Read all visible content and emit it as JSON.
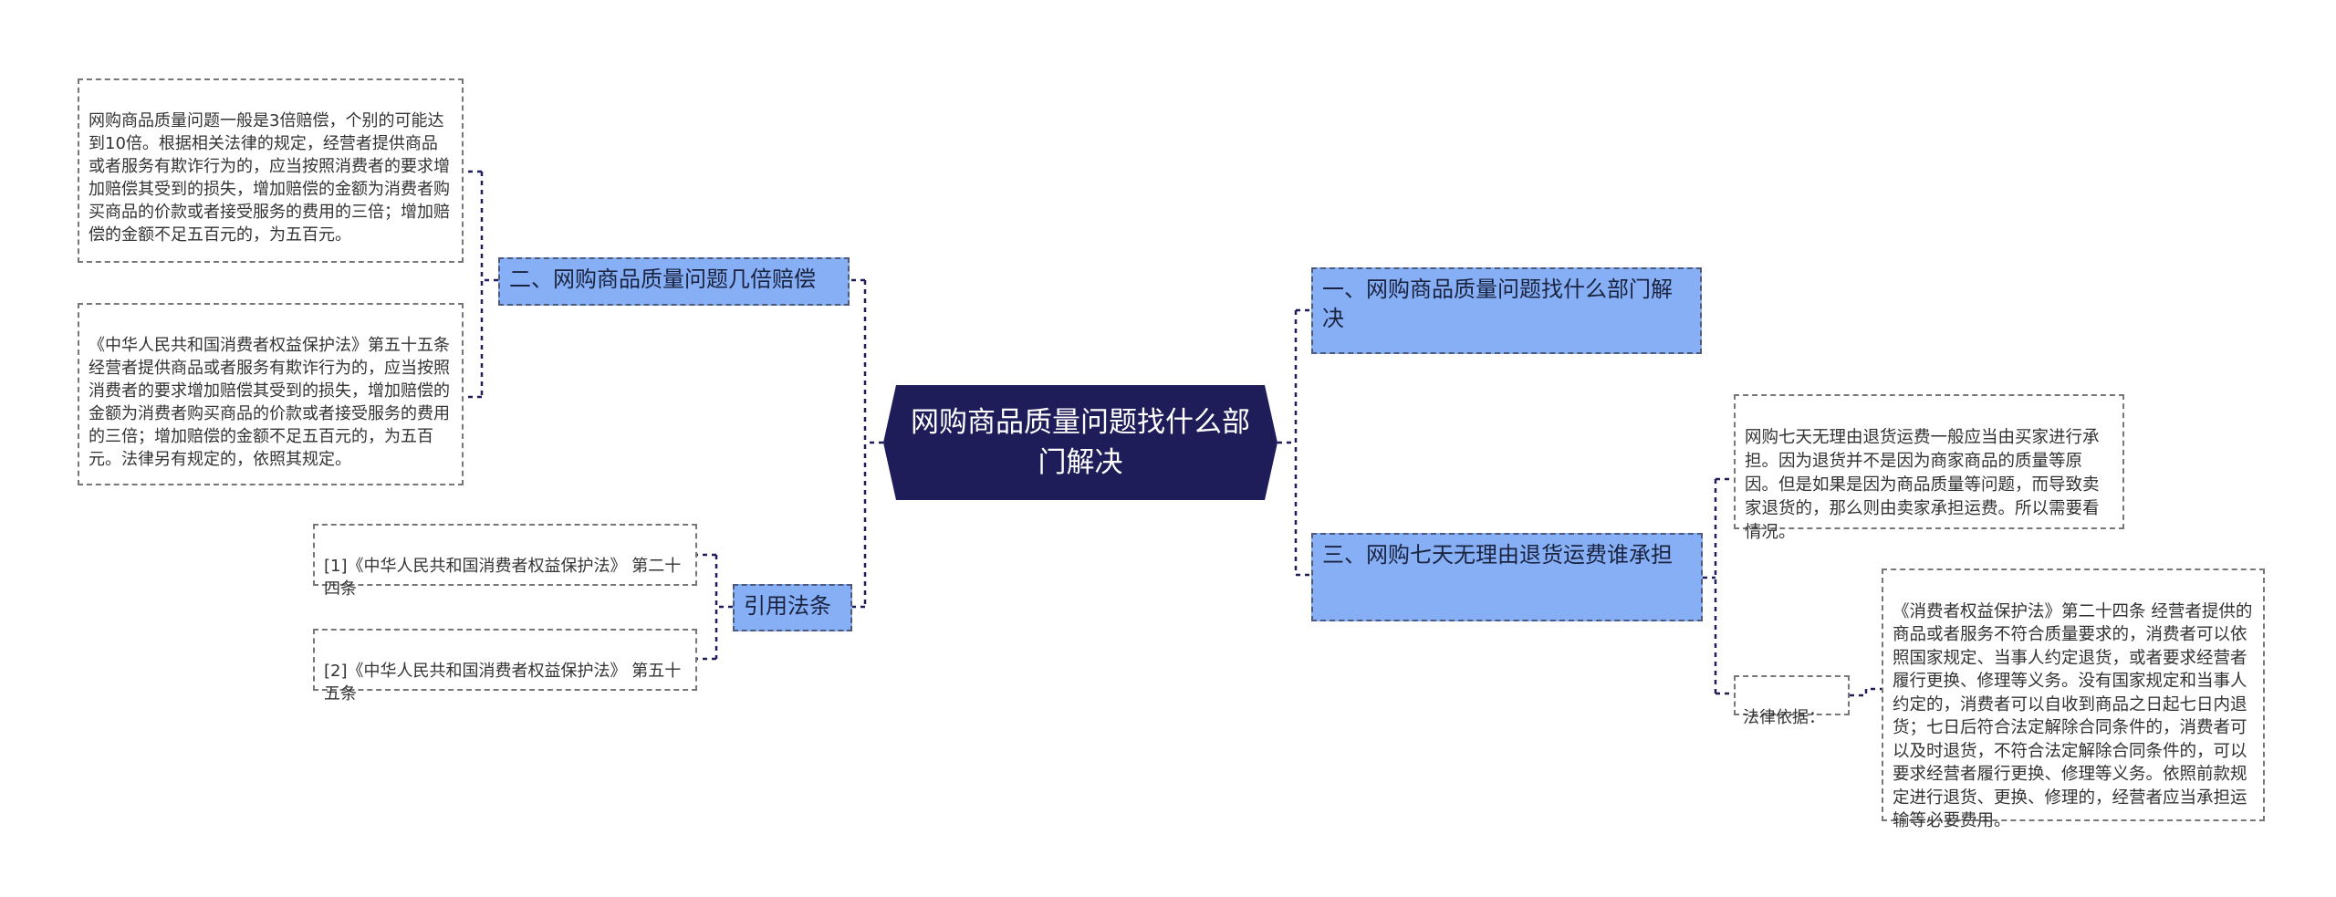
{
  "central": {
    "title": "网购商品质量问题找什么部门解决"
  },
  "right": {
    "b1": {
      "label": "一、网购商品质量问题找什么部门解决"
    },
    "b3": {
      "label": "三、网购七天无理由退货运费谁承担",
      "note": "网购七天无理由退货运费一般应当由买家进行承担。因为退货并不是因为商家商品的质量等原因。但是如果是因为商品质量等问题，而导致卖家退货的，那么则由卖家承担运费。所以需要看情况。",
      "law_label": "法律依据：",
      "law_text": "《消费者权益保护法》第二十四条 经营者提供的商品或者服务不符合质量要求的，消费者可以依照国家规定、当事人约定退货，或者要求经营者履行更换、修理等义务。没有国家规定和当事人约定的，消费者可以自收到商品之日起七日内退货；七日后符合法定解除合同条件的，消费者可以及时退货，不符合法定解除合同条件的，可以要求经营者履行更换、修理等义务。依照前款规定进行退货、更换、修理的，经营者应当承担运输等必要费用。"
    }
  },
  "left": {
    "b2": {
      "label": "二、网购商品质量问题几倍赔偿",
      "leaf1": "网购商品质量问题一般是3倍赔偿，个别的可能达到10倍。根据相关法律的规定，经营者提供商品或者服务有欺诈行为的，应当按照消费者的要求增加赔偿其受到的损失，增加赔偿的金额为消费者购买商品的价款或者接受服务的费用的三倍；增加赔偿的金额不足五百元的，为五百元。",
      "leaf2": "《中华人民共和国消费者权益保护法》第五十五条经营者提供商品或者服务有欺诈行为的，应当按照消费者的要求增加赔偿其受到的损失，增加赔偿的金额为消费者购买商品的价款或者接受服务的费用的三倍；增加赔偿的金额不足五百元的，为五百元。法律另有规定的，依照其规定。"
    },
    "ref": {
      "label": "引用法条",
      "items": [
        "[1]《中华人民共和国消费者权益保护法》 第二十四条",
        "[2]《中华人民共和国消费者权益保护法》 第五十五条"
      ]
    }
  },
  "colors": {
    "central": "#1e1c59",
    "branch": "#87aff5",
    "line": "#1e1c59"
  }
}
